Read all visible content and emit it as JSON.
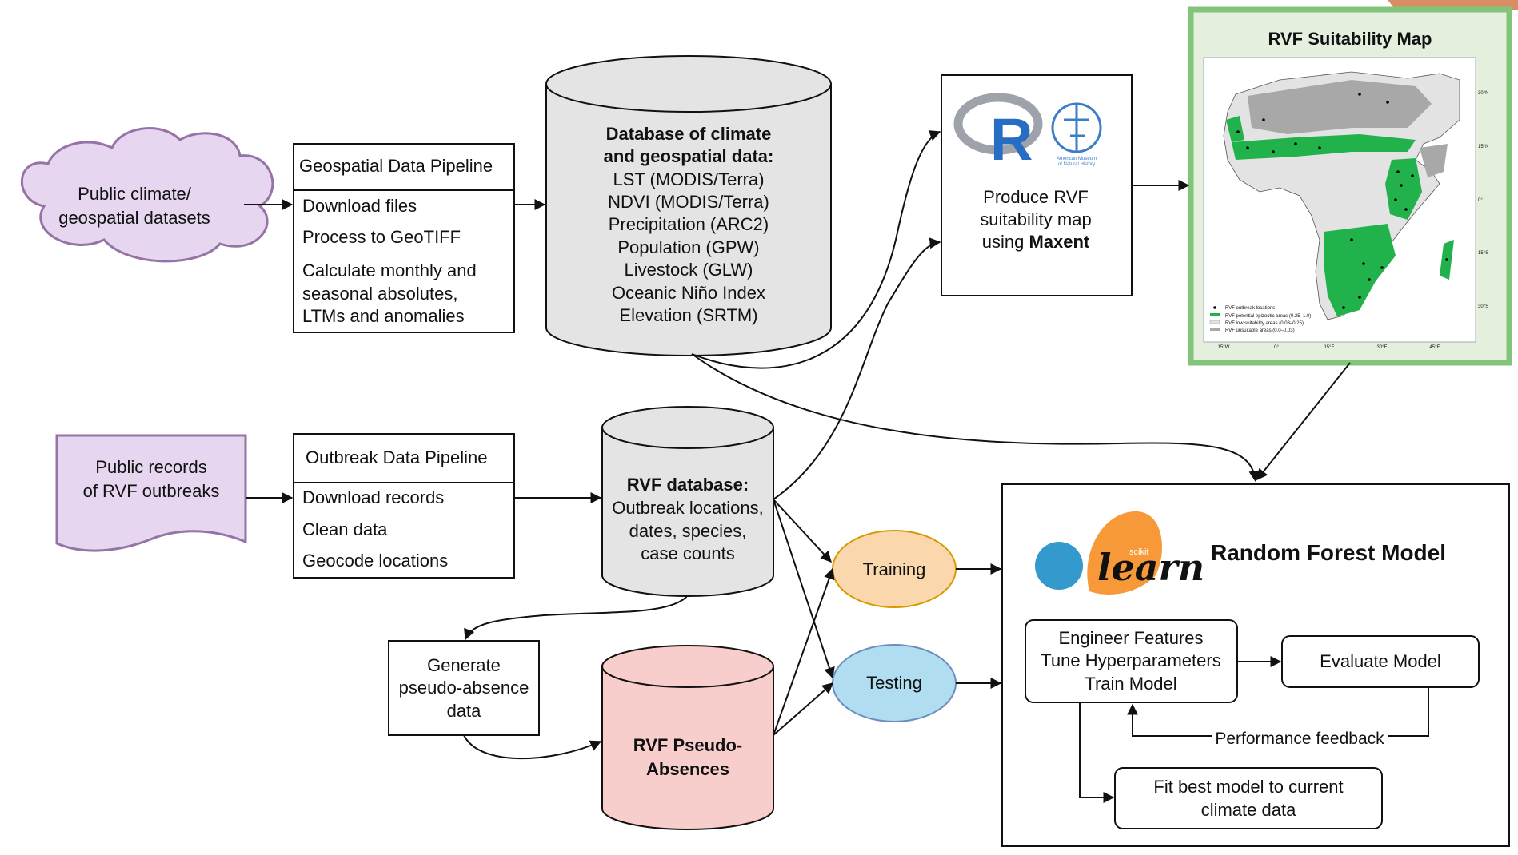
{
  "cloud": {
    "lines": [
      "Public climate/",
      "geospatial datasets"
    ]
  },
  "geo_pipeline": {
    "title": "Geospatial Data Pipeline",
    "items": [
      "Download files",
      "Process to GeoTIFF",
      "Calculate monthly and",
      "seasonal absolutes,",
      "LTMs and anomalies"
    ]
  },
  "climate_db": {
    "title_lines": [
      "Database of climate",
      "and geospatial data:"
    ],
    "items": [
      "LST (MODIS/Terra)",
      "NDVI (MODIS/Terra)",
      "Precipitation (ARC2)",
      "Population (GPW)",
      "Livestock (GLW)",
      "Oceanic Niño Index",
      "Elevation (SRTM)"
    ]
  },
  "maxent": {
    "logo_text": "R",
    "museum_text": [
      "American Museum",
      "of Natural History"
    ],
    "lines": [
      "Produce RVF",
      "suitability map"
    ],
    "line3_prefix": "using ",
    "line3_bold": "Maxent"
  },
  "map": {
    "title": "RVF Suitability Map",
    "lat_labels": [
      "30°N",
      "15°N",
      "0°",
      "15°S",
      "30°S"
    ],
    "lon_labels": [
      "15°W",
      "0°",
      "15°E",
      "30°E",
      "45°E"
    ],
    "legend": [
      "RVF outbreak locations",
      "RVF potential epizootic areas (0.25–1.0)",
      "RVF low suitability areas (0.03–0.25)",
      "RVF unsuitable areas (0.0–0.03)"
    ],
    "colors": {
      "high": "#22b24c",
      "low": "#e3e3e3",
      "unsuitable": "#a8a8a8",
      "border": "#82c57a"
    }
  },
  "records": {
    "lines": [
      "Public records",
      "of RVF outbreaks"
    ]
  },
  "outbreak_pipeline": {
    "title": "Outbreak Data Pipeline",
    "items": [
      "Download records",
      "Clean data",
      "Geocode locations"
    ]
  },
  "rvf_db": {
    "title": "RVF database:",
    "items": [
      "Outbreak locations,",
      "dates, species,",
      "case counts"
    ]
  },
  "pseudo_gen": {
    "lines": [
      "Generate",
      "pseudo-absence",
      "data"
    ]
  },
  "pseudo_db": {
    "lines": [
      "RVF Pseudo-",
      "Absences"
    ]
  },
  "training": {
    "label": "Training"
  },
  "testing": {
    "label": "Testing"
  },
  "rf_model": {
    "title": "Random Forest Model",
    "sklearn_small": "scikit",
    "sklearn_big": "learn",
    "engineer": [
      "Engineer Features",
      "Tune Hyperparameters",
      "Train Model"
    ],
    "evaluate": "Evaluate Model",
    "feedback": "Performance feedback",
    "fit": [
      "Fit best model to current",
      "climate data"
    ]
  },
  "colors": {
    "cloud": "#e6d6ef",
    "cloud_stroke": "#9673a6",
    "db_gray": "#e4e4e4",
    "db_pink": "#f8cecc",
    "training": "#fad7ac",
    "training_stroke": "#d79b00",
    "testing": "#b1ddf0",
    "testing_stroke": "#6c8ebf",
    "sklearn_orange": "#f89939",
    "sklearn_blue": "#3499cd",
    "r_blue": "#276dc3"
  }
}
